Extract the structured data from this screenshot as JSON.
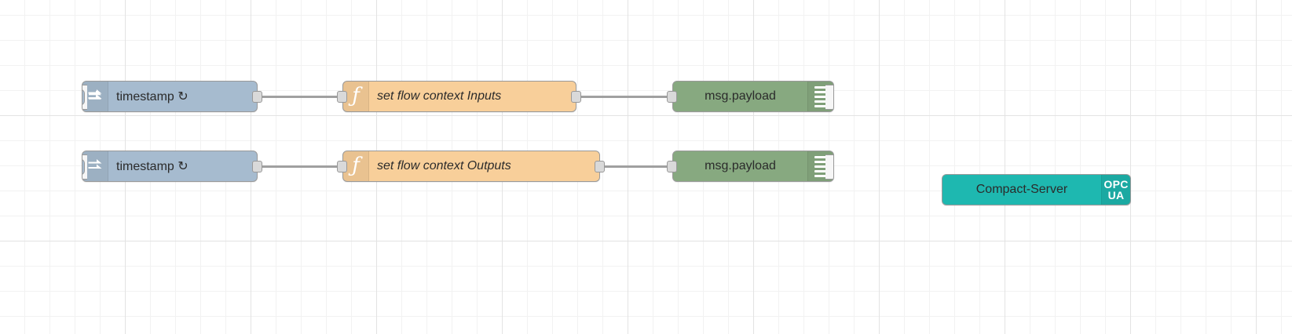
{
  "canvas": {
    "background_color": "#ffffff",
    "grid_color": "#e3e3e3",
    "grid_subdivision_color": "#f2f2f2"
  },
  "flows": [
    {
      "row": "inputs",
      "nodes": [
        {
          "type": "inject",
          "label": "timestamp ↻",
          "icon": "arrow-right-icon",
          "color": "#a6bbcf",
          "button": "inject-trigger-button"
        },
        {
          "type": "function",
          "label": "set flow context Inputs",
          "icon": "function-f-icon",
          "color": "#f8cf9a"
        },
        {
          "type": "debug",
          "label": "msg.payload",
          "icon": "debug-lines-icon",
          "color": "#87a980",
          "button": "debug-toggle-button"
        }
      ]
    },
    {
      "row": "outputs",
      "nodes": [
        {
          "type": "inject",
          "label": "timestamp ↻",
          "icon": "arrow-right-icon",
          "color": "#a6bbcf",
          "button": "inject-trigger-button"
        },
        {
          "type": "function",
          "label": "set flow context Outputs",
          "icon": "function-f-icon",
          "color": "#f8cf9a"
        },
        {
          "type": "debug",
          "label": "msg.payload",
          "icon": "debug-lines-icon",
          "color": "#87a980",
          "button": "debug-toggle-button"
        }
      ]
    }
  ],
  "standalone": {
    "type": "opcua-server",
    "label": "Compact-Server",
    "color": "#1eb8b0",
    "badge": {
      "line1": "OPC",
      "line2": "UA"
    }
  }
}
